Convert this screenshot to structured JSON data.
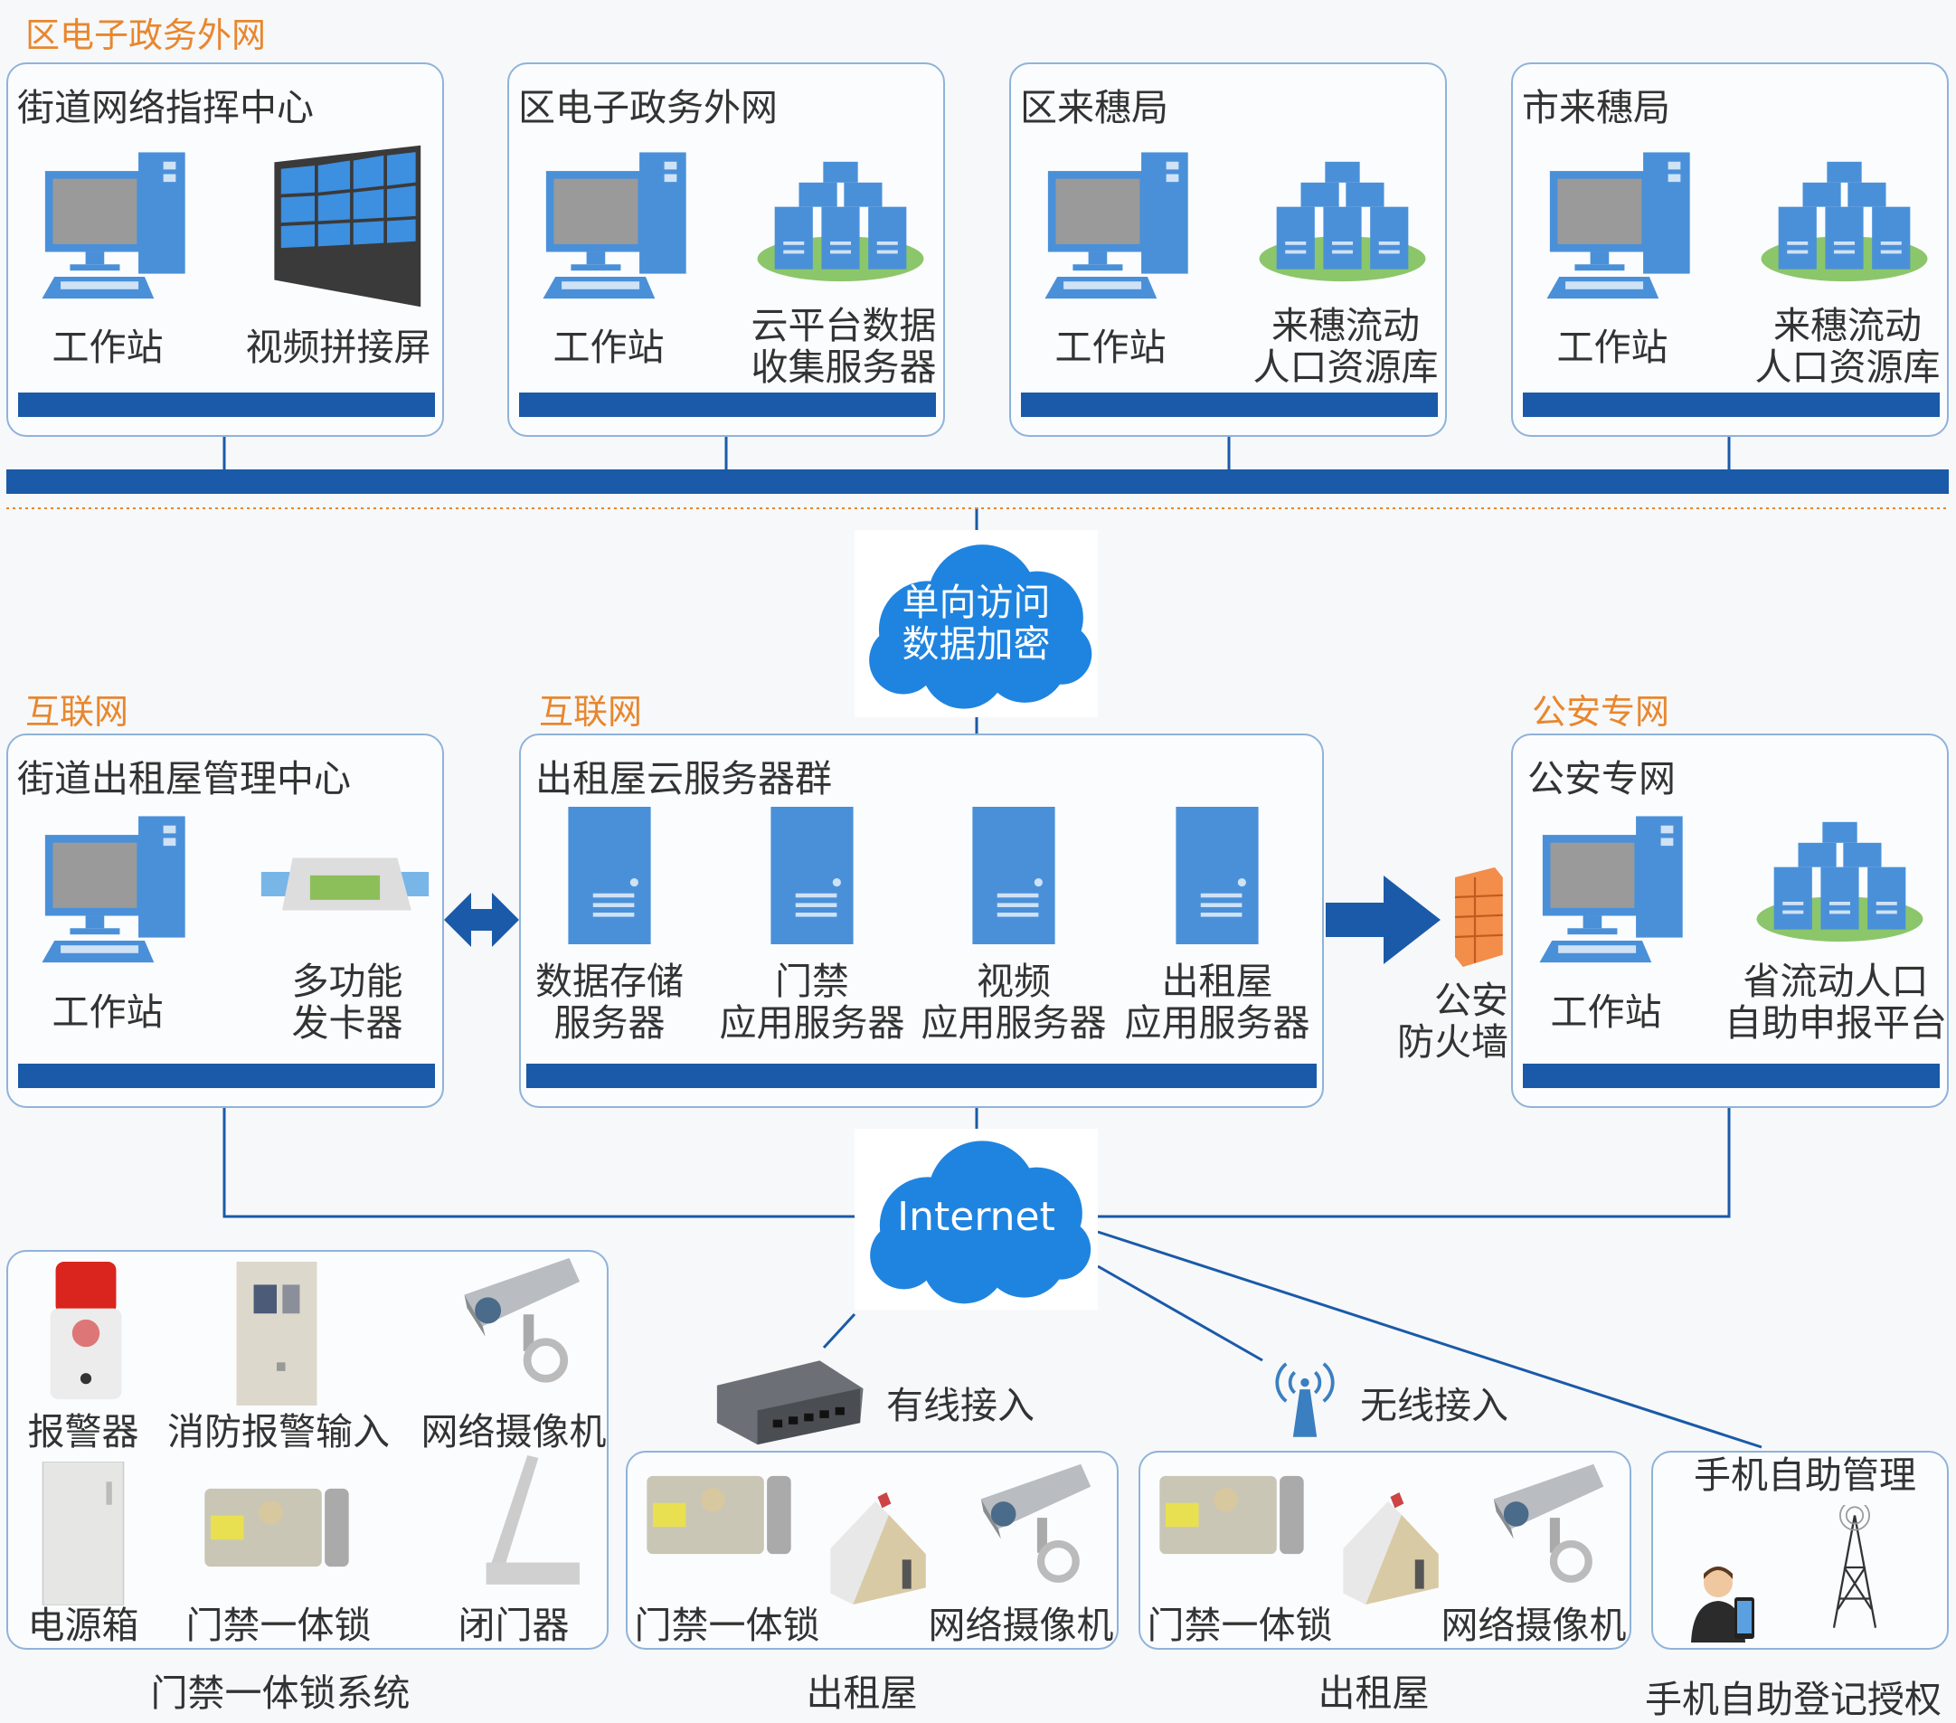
{
  "colors": {
    "accent": "#1a5aa8",
    "section_label": "#e8872e",
    "icon_blue": "#4a90d9"
  },
  "top": {
    "section_label": "区电子政务外网",
    "boxes": [
      {
        "title": "街道网络指挥中心",
        "items": [
          {
            "label": "工作站",
            "icon": "workstation-icon"
          },
          {
            "label": "视频拼接屏",
            "icon": "video-wall-icon"
          }
        ]
      },
      {
        "title": "区电子政务外网",
        "items": [
          {
            "label": "工作站",
            "icon": "workstation-icon"
          },
          {
            "label": "云平台数据\n收集服务器",
            "icon": "server-cluster-icon"
          }
        ]
      },
      {
        "title": "区来穗局",
        "items": [
          {
            "label": "工作站",
            "icon": "workstation-icon"
          },
          {
            "label": "来穗流动\n人口资源库",
            "icon": "server-cluster-icon"
          }
        ]
      },
      {
        "title": "市来穗局",
        "items": [
          {
            "label": "工作站",
            "icon": "workstation-icon"
          },
          {
            "label": "来穗流动\n人口资源库",
            "icon": "server-cluster-icon"
          }
        ]
      }
    ]
  },
  "cloud_gateway": {
    "text": "单向访问\n数据加密",
    "icon": "cloud-icon"
  },
  "middle": {
    "labels": [
      "互联网",
      "互联网",
      "公安专网"
    ],
    "street_center": {
      "title": "街道出租屋管理中心",
      "items": [
        {
          "label": "工作站"
        },
        {
          "label": "多功能\n发卡器"
        }
      ]
    },
    "cloud_servers": {
      "title": "出租屋云服务器群",
      "items": [
        {
          "label": "数据存储\n服务器"
        },
        {
          "label": "门禁\n应用服务器"
        },
        {
          "label": "视频\n应用服务器"
        },
        {
          "label": "出租屋\n应用服务器"
        }
      ]
    },
    "firewall": {
      "label": "公安\n防火墙",
      "icon": "firewall-icon"
    },
    "police": {
      "title": "公安专网",
      "items": [
        {
          "label": "工作站"
        },
        {
          "label": "省流动人口\n自助申报平台"
        }
      ]
    }
  },
  "internet": {
    "text": "Internet"
  },
  "access": {
    "wired": "有线接入",
    "wireless": "无线接入"
  },
  "bottom": {
    "lock_system": {
      "items": [
        "报警器",
        "消防报警输入",
        "网络摄像机",
        "电源箱",
        "门禁一体锁",
        "闭门器"
      ],
      "caption": "门禁一体锁系统"
    },
    "rentals": [
      {
        "items": [
          "门禁一体锁",
          "网络摄像机"
        ],
        "caption": "出租屋"
      },
      {
        "items": [
          "门禁一体锁",
          "网络摄像机"
        ],
        "caption": "出租屋"
      }
    ],
    "mobile": {
      "title": "手机自助管理",
      "caption": "手机自助登记授权"
    }
  }
}
